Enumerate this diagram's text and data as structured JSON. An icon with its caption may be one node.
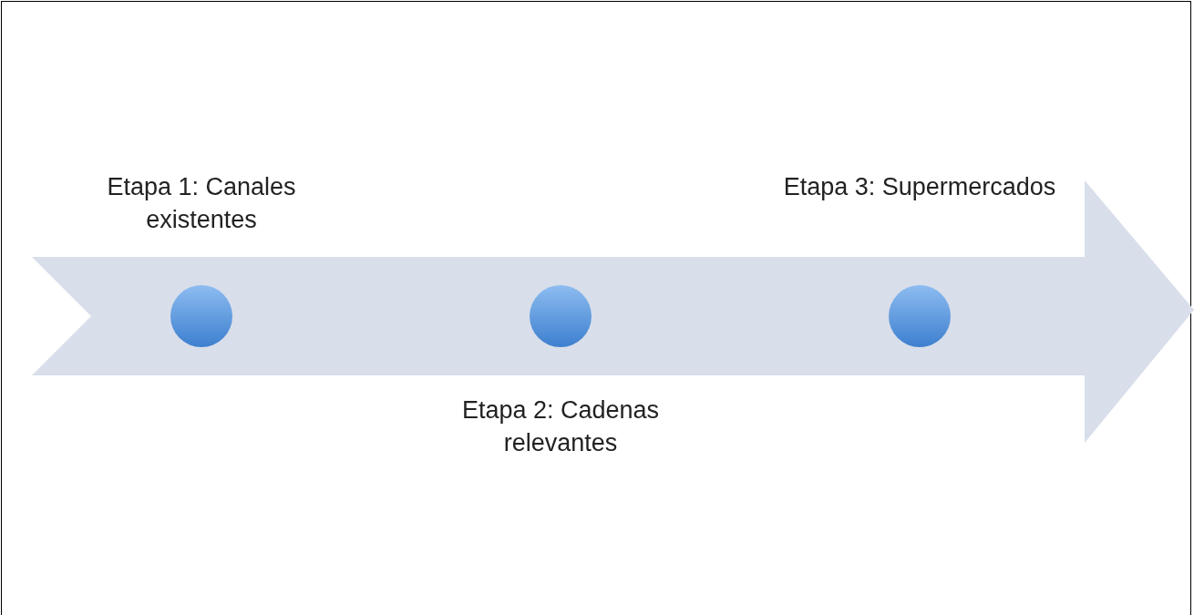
{
  "diagram": {
    "nodes": [
      {
        "text": [],
        "shape": "circle",
        "beside": [
          "Etapa 1: Canales existentes"
        ]
      },
      {
        "text": [],
        "shape": "circle",
        "beside": [
          "Etapa 2: Cadenas relevantes"
        ]
      },
      {
        "text": [],
        "shape": "circle",
        "beside": [
          "Etapa 3: Supermercados"
        ]
      }
    ],
    "edges": []
  }
}
